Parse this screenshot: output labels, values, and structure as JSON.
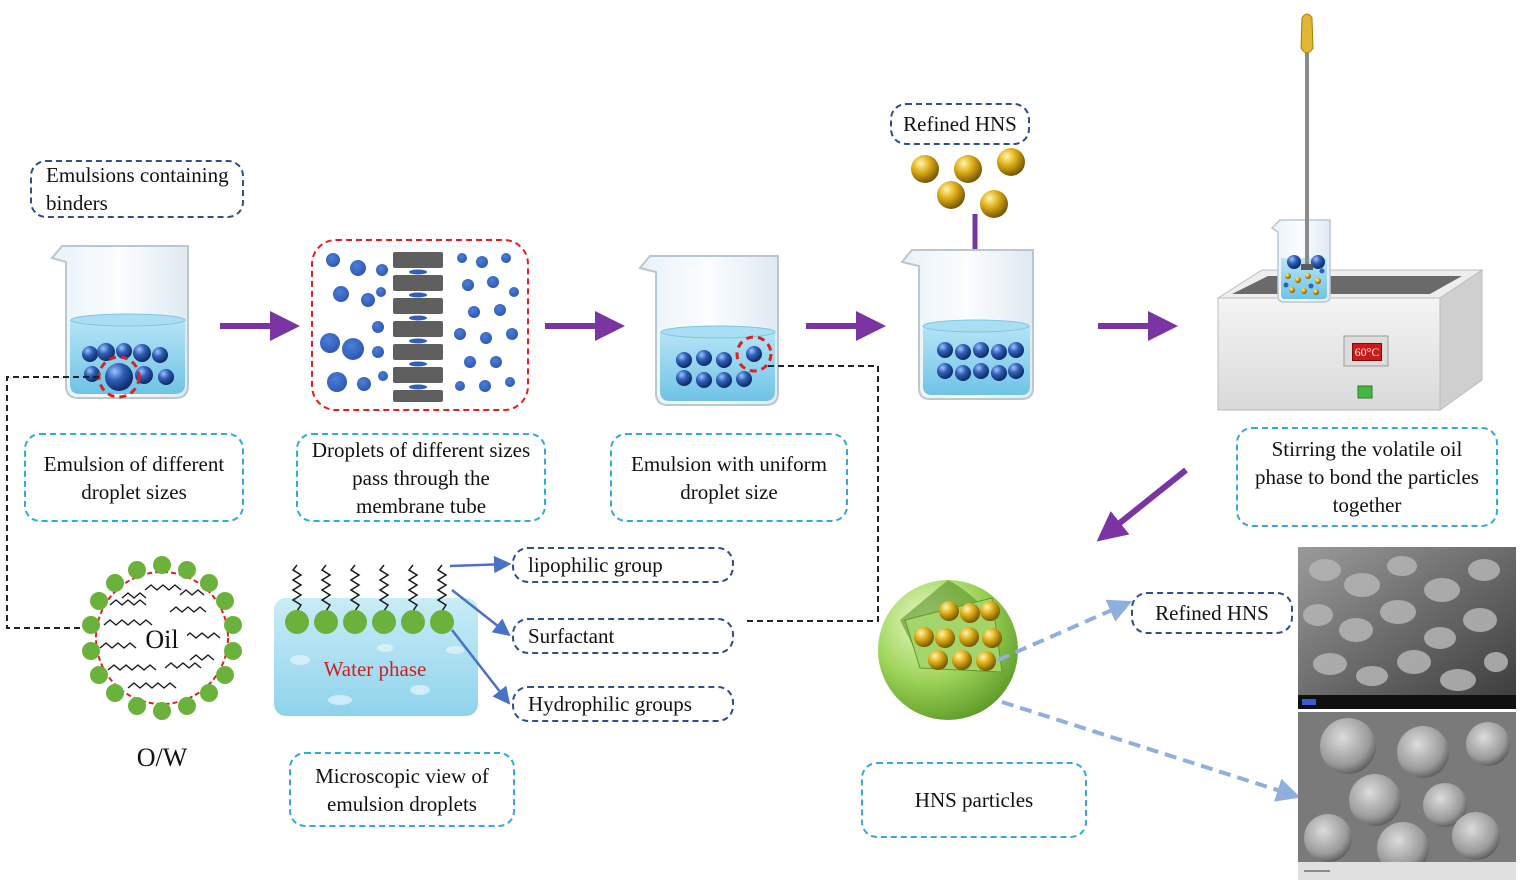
{
  "labels": {
    "emulsions_binders": "Emulsions containing binders",
    "refined_hns_top": "Refined HNS",
    "emulsion_different": "Emulsion of different droplet sizes",
    "droplets_pass": "Droplets of different sizes pass through the membrane tube",
    "emulsion_uniform": "Emulsion with uniform droplet size",
    "stirring": "Stirring the volatile oil phase to bond the particles together",
    "lipophilic": "lipophilic group",
    "surfactant": "Surfactant",
    "hydrophilic": "Hydrophilic groups",
    "microscopic": "Microscopic view of emulsion droplets",
    "hns_particles": "HNS particles",
    "refined_hns_sem": "Refined HNS",
    "oil": "Oil",
    "ow": "O/W",
    "water_phase": "Water phase",
    "temperature": "60°C"
  },
  "colors": {
    "flow_arrow": "#7a35a3",
    "droplet_blue": "#2f5fb8",
    "beaker_liquid": "#8fd3ef",
    "hns_gold": "#d7a814",
    "surfactant_head": "#6bb23d",
    "membrane_gray": "#5f5f5f",
    "pointer_blue": "#4a72c4",
    "dashed_red": "#e02020",
    "label_border_navy": "#2f4f86",
    "label_border_cyan": "#35a8d6"
  }
}
